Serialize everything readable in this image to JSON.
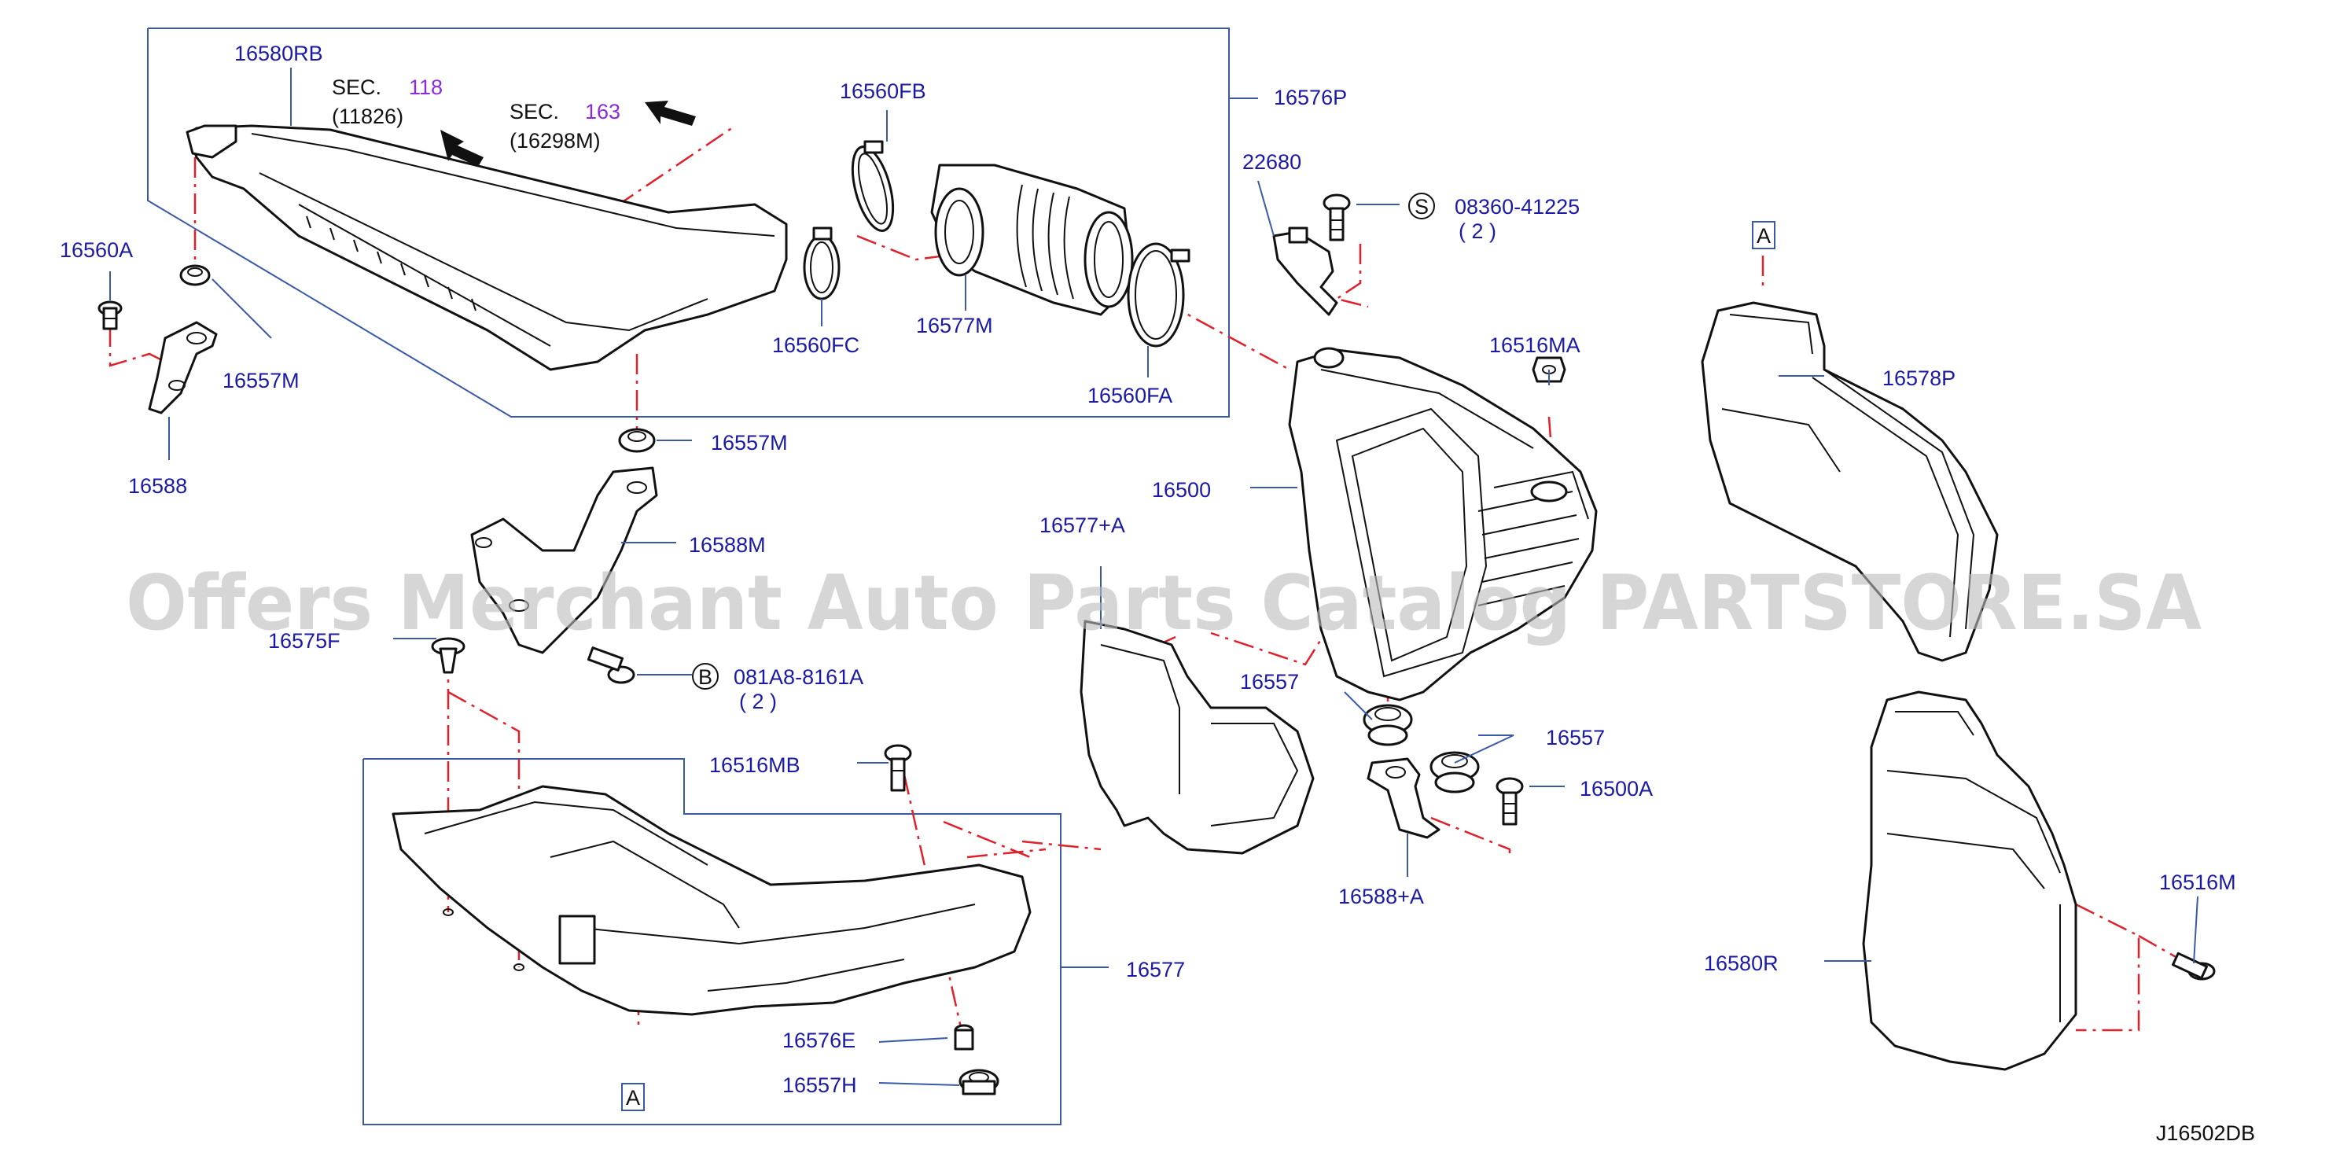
{
  "diagram_id": "J16502DB",
  "watermark": "Offers Merchant Auto Parts Catalog PARTSTORE.SA",
  "sec_refs": {
    "sec_a": {
      "label": "SEC.",
      "number": "118",
      "sub": "(11826)"
    },
    "sec_b": {
      "label": "SEC.",
      "number": "163",
      "sub": "(16298M)"
    }
  },
  "callouts": {
    "c16580RB": "16580RB",
    "c16576P": "16576P",
    "c16560FB": "16560FB",
    "c16560A": "16560A",
    "c16557M_top": "16557M",
    "c16588": "16588",
    "c16560FC": "16560FC",
    "c16577M": "16577M",
    "c16560FA": "16560FA",
    "c22680": "22680",
    "c08360": "08360-41225",
    "c08360_qty": "( 2 )",
    "c16516MA": "16516MA",
    "c16578P": "16578P",
    "c16557M_mid": "16557M",
    "c16588M": "16588M",
    "c16500": "16500",
    "c16577A": "16577+A",
    "c16575F": "16575F",
    "c081A8": "081A8-8161A",
    "c081A8_qty": "( 2 )",
    "c16557_a": "16557",
    "c16557_b": "16557",
    "c16516MB": "16516MB",
    "c16500A": "16500A",
    "c16588A": "16588+A",
    "c16577": "16577",
    "c16576E": "16576E",
    "c16557H": "16557H",
    "c16516M": "16516M",
    "c16580R": "16580R"
  },
  "markers": {
    "s_mark": "S",
    "b_mark": "B",
    "a_box_top": "A",
    "a_box_bottom": "A"
  },
  "colors": {
    "callout_text": "#1a1aa6",
    "sec_number": "#8a2be2",
    "leader": "#3a5aa8",
    "centerline": "#e0202a",
    "outline": "#111111"
  }
}
